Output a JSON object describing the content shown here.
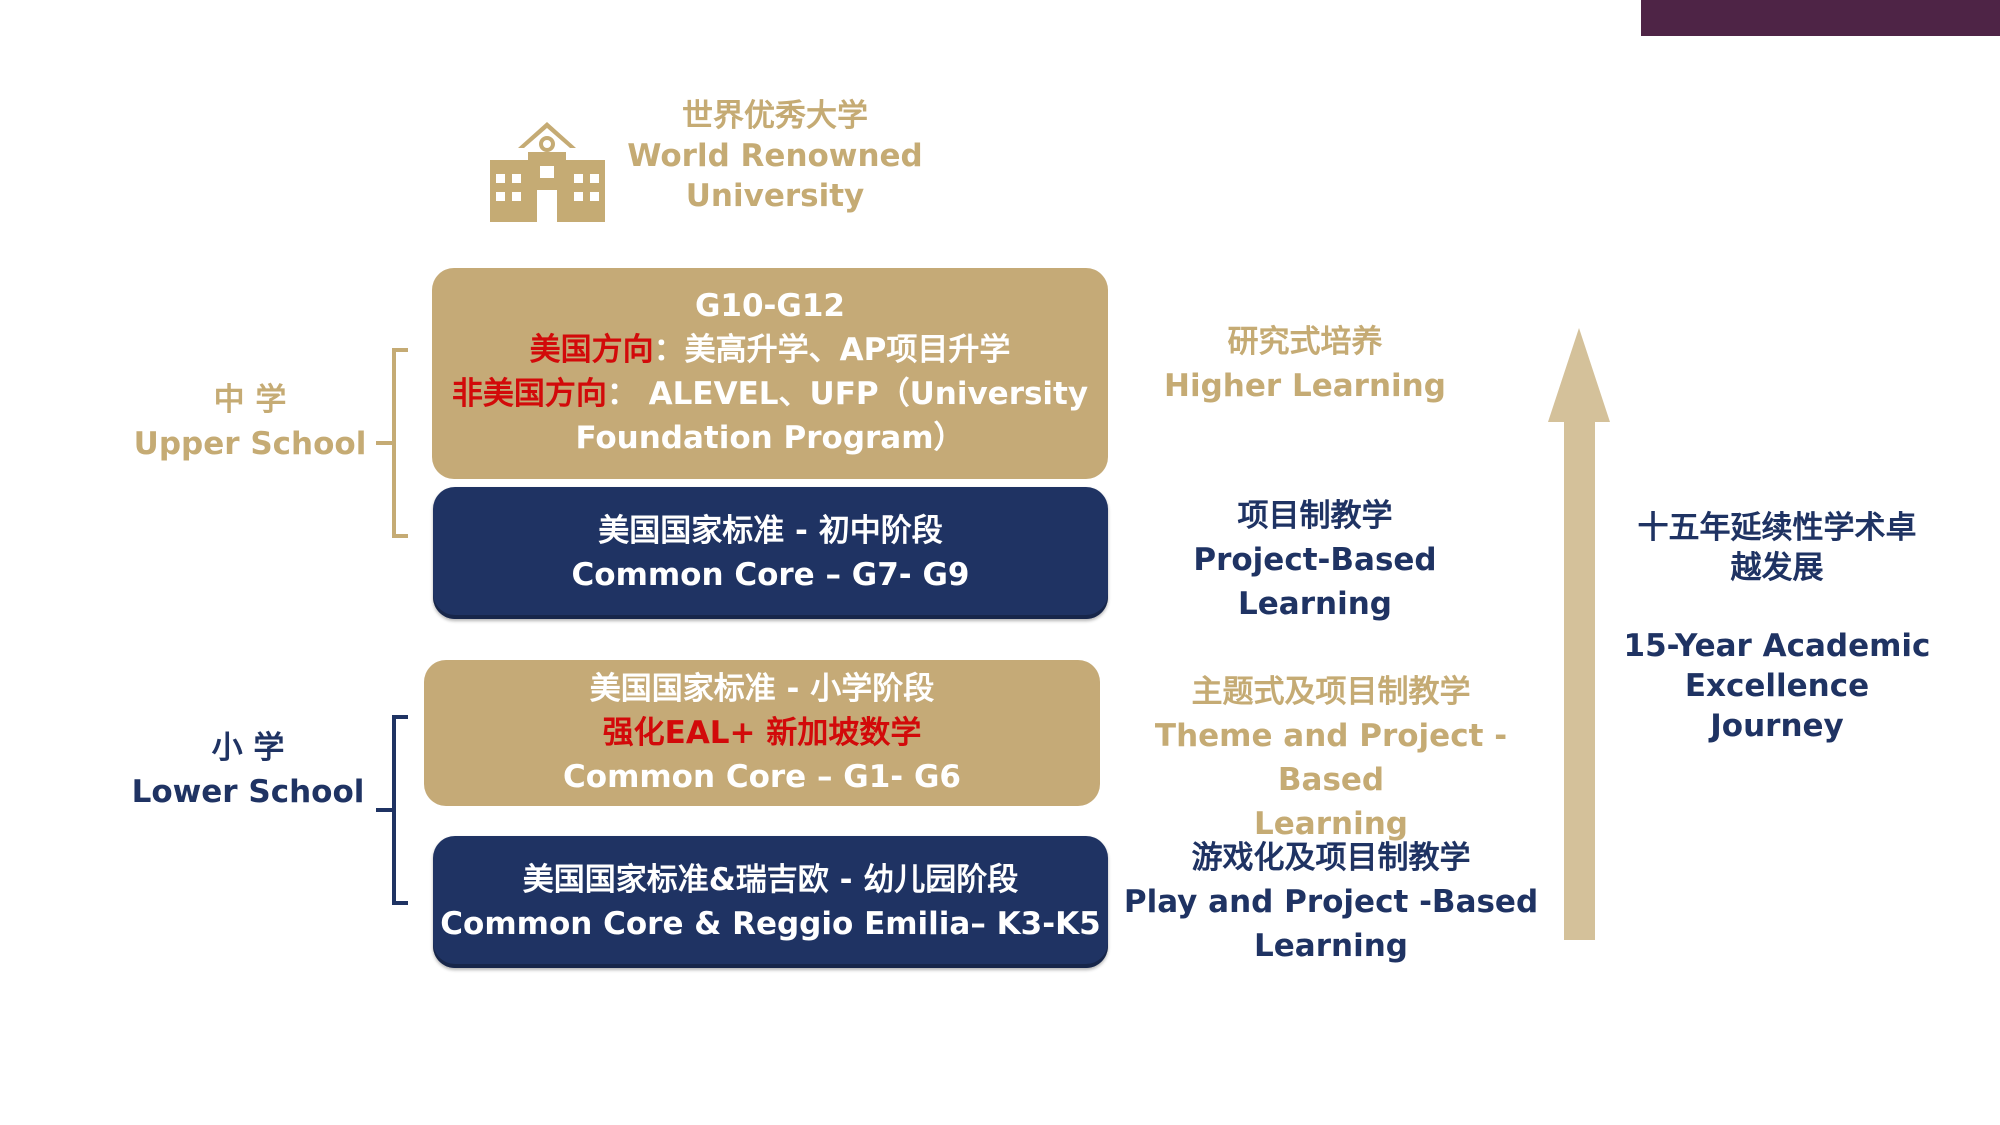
{
  "colors": {
    "gold": "#c5aa77",
    "navy": "#1f3363",
    "red": "#d20a0a",
    "topbar": "#4e2446",
    "arrow": "#d4c19a"
  },
  "top": {
    "icon": "school-building-icon",
    "cn": "世界优秀大学",
    "en1": "World Renowned",
    "en2": "University"
  },
  "boxes": {
    "g10": {
      "title": "G10-G12",
      "us_label": "美国方向",
      "us_text": "：美高升学、AP项目升学",
      "non_label": "非美国方向",
      "non_text": "： ALEVEL、UFP（University",
      "non_text2": "Foundation Program）"
    },
    "g7": {
      "cn": "美国国家标准 - 初中阶段",
      "en": "Common Core – G7- G9"
    },
    "g1": {
      "cn": "美国国家标准 - 小学阶段",
      "highlight": "强化EAL+ 新加坡数学",
      "en": "Common Core – G1- G6"
    },
    "k3": {
      "cn": "美国国家标准&瑞吉欧 - 幼儿园阶段",
      "en": "Common Core & Reggio Emilia– K3-K5"
    }
  },
  "left": {
    "upper_cn": "中 学",
    "upper_en": "Upper School",
    "lower_cn": "小 学",
    "lower_en": "Lower School"
  },
  "right": {
    "higher_cn": "研究式培养",
    "higher_en": "Higher Learning",
    "pbl_cn": "项目制教学",
    "pbl_en1": "Project-Based",
    "pbl_en2": "Learning",
    "theme_cn": "主题式及项目制教学",
    "theme_en1": "Theme and Project -Based",
    "theme_en2": "Learning",
    "play_cn": "游戏化及项目制教学",
    "play_en1": "Play and Project -Based",
    "play_en2": "Learning"
  },
  "journey": {
    "cn1": "十五年延续性学术卓",
    "cn2": "越发展",
    "en1": "15-Year Academic",
    "en2": "Excellence",
    "en3": "Journey"
  }
}
